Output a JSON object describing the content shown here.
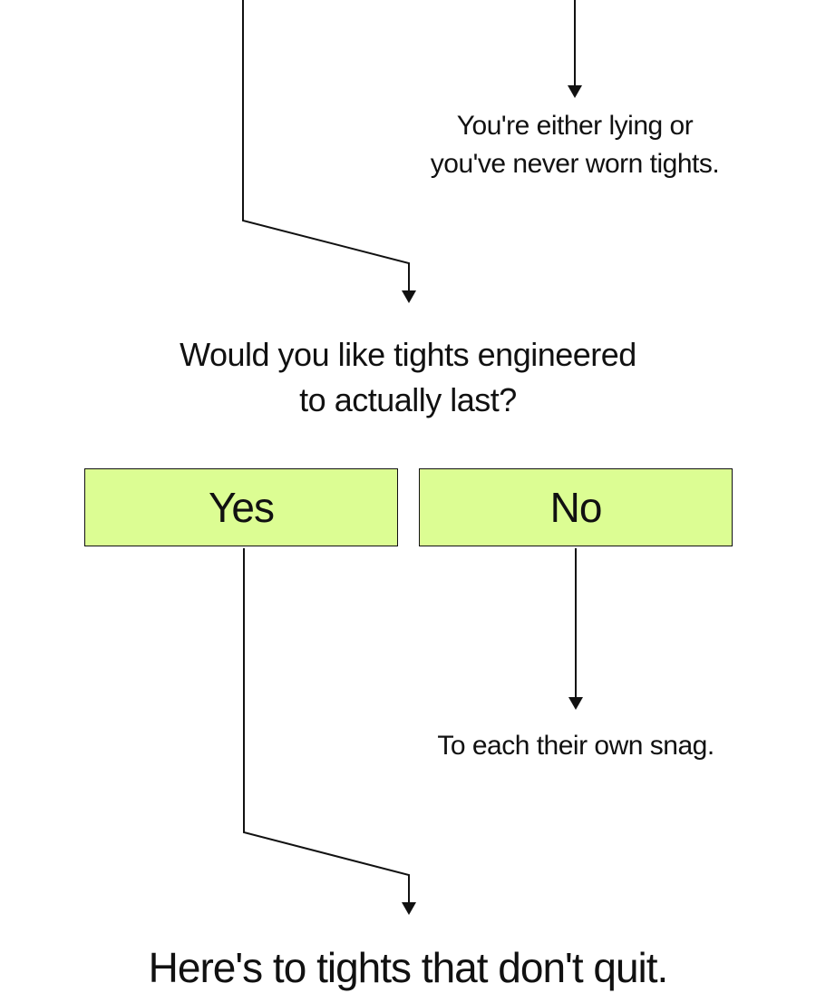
{
  "flowchart": {
    "top_note": [
      "You're either lying or",
      "you've never worn tights."
    ],
    "question": [
      "Would you like tights engineered",
      "to actually last?"
    ],
    "options": {
      "yes": "Yes",
      "no": "No"
    },
    "no_result": "To each their own snag.",
    "final_result": "Here's to tights that don't quit."
  },
  "colors": {
    "option_fill": "#dcfd93",
    "line": "#111111"
  }
}
